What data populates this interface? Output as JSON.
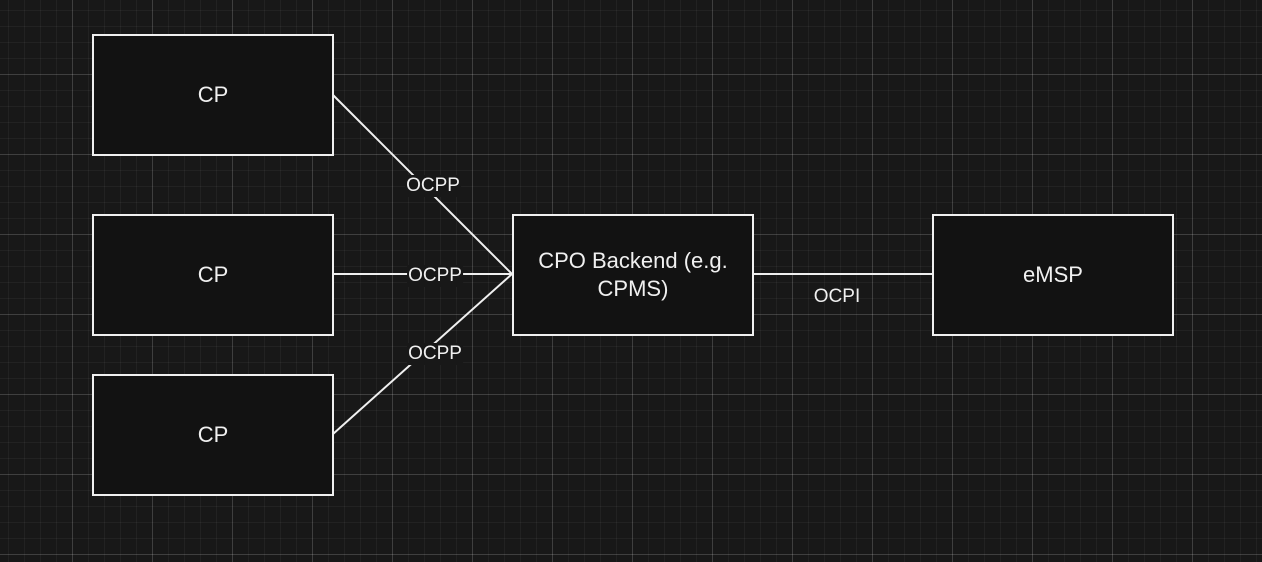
{
  "colors": {
    "canvas_background": "#181818",
    "node_fill": "#121212",
    "stroke": "#f0f0f0",
    "text": "#f0f0f0"
  },
  "nodes": {
    "cp_top": {
      "label": "CP"
    },
    "cp_middle": {
      "label": "CP"
    },
    "cp_bottom": {
      "label": "CP"
    },
    "cpo_backend": {
      "label": "CPO Backend (e.g. CPMS)"
    },
    "emsp": {
      "label": "eMSP"
    }
  },
  "edges": [
    {
      "from": "cp_top",
      "to": "cpo_backend",
      "label": "OCPP"
    },
    {
      "from": "cp_middle",
      "to": "cpo_backend",
      "label": "OCPP"
    },
    {
      "from": "cp_bottom",
      "to": "cpo_backend",
      "label": "OCPP"
    },
    {
      "from": "cpo_backend",
      "to": "emsp",
      "label": "OCPI"
    }
  ]
}
